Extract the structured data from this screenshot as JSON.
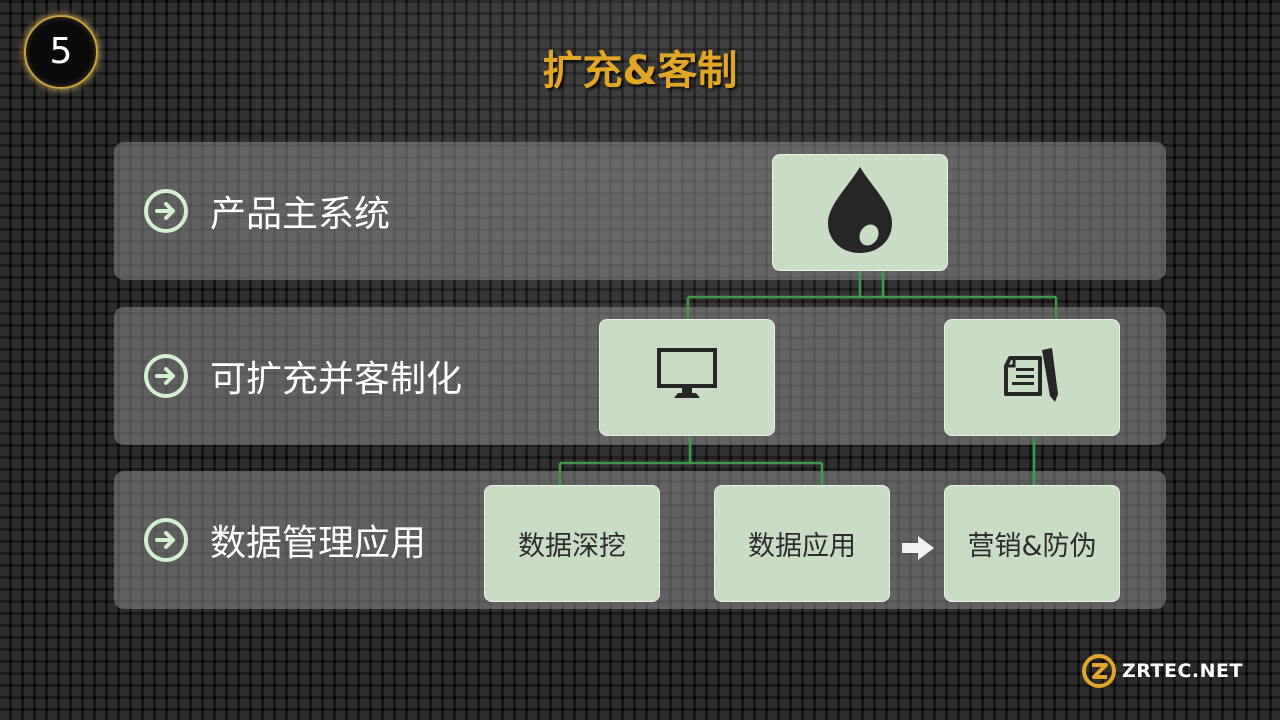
{
  "slide": {
    "number": "5",
    "title": "扩充&客制"
  },
  "rows": [
    {
      "label": "产品主系统",
      "icon": "arrow-circle-right-icon"
    },
    {
      "label": "可扩充并客制化",
      "icon": "arrow-circle-right-icon"
    },
    {
      "label": "数据管理应用",
      "icon": "arrow-circle-right-icon"
    }
  ],
  "nodes": {
    "root": {
      "icon": "droplet-icon"
    },
    "level2": [
      {
        "icon": "monitor-icon"
      },
      {
        "icon": "document-pen-icon"
      }
    ],
    "level3": [
      {
        "label": "数据深挖"
      },
      {
        "label": "数据应用"
      },
      {
        "label": "营销&防伪"
      }
    ]
  },
  "logo": {
    "text": "ZRTEC.NET",
    "icon": "zrtec-logo-icon"
  },
  "colors": {
    "title": "#e2a627",
    "node_fill": "#c9dcc4",
    "connector": "#3d9a48",
    "band": "#8c8c8c"
  }
}
